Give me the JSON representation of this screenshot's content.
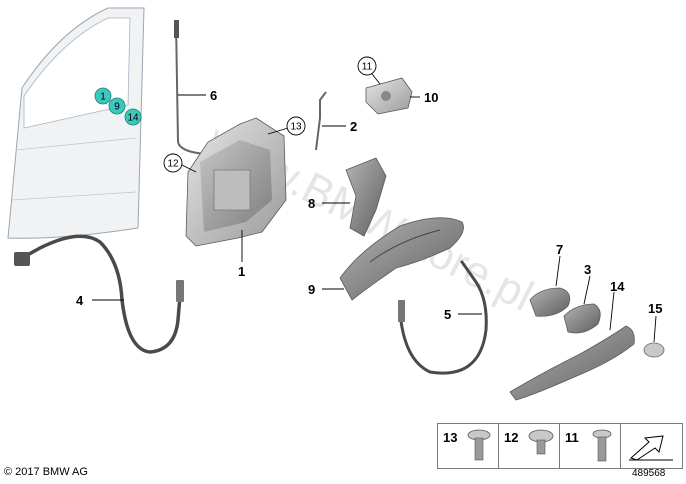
{
  "watermark": "www.BMWstore.pl",
  "callouts": {
    "c1": "1",
    "c2": "2",
    "c3": "3",
    "c4": "4",
    "c5": "5",
    "c6": "6",
    "c7": "7",
    "c8": "8",
    "c9": "9",
    "c10": "10",
    "c14": "14",
    "c15": "15"
  },
  "circled": {
    "door_1": "1",
    "door_9": "9",
    "door_14": "14",
    "lock_12": "12",
    "lock_13": "13",
    "striker_11": "11"
  },
  "legend": {
    "item_13": "13",
    "item_12": "12",
    "item_11": "11"
  },
  "footer": {
    "copyright": "© 2017 BMW AG",
    "doc_number": "489568"
  },
  "colors": {
    "highlight": "#3ec7bd",
    "part_fill": "#d2d2d2",
    "part_dark": "#8a8a8a",
    "door_fill": "#f0f2f4"
  }
}
